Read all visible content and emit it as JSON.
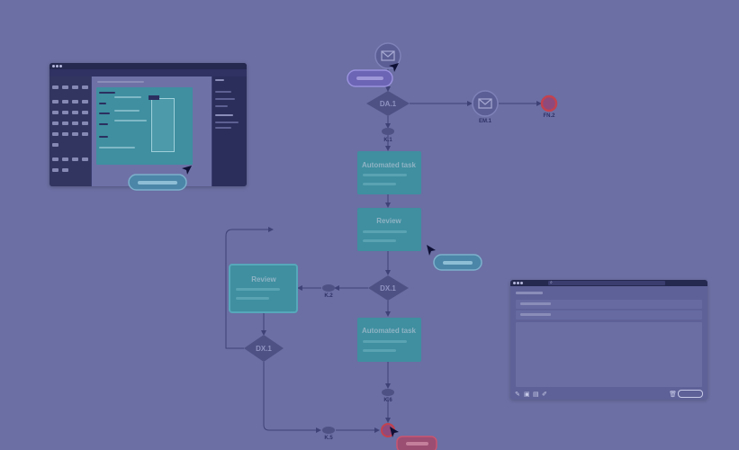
{
  "colors": {
    "background": "#6b6fa3",
    "task_fill": "#3f8fa0",
    "task_text": "#8fb3c4",
    "gateway_fill": "#4e5184",
    "edge": "#3e4276",
    "connector": "#4e5184",
    "end_event_ring": "#c2424f",
    "pill_blue": "#3b73b8",
    "pill_purple": "#7a72c6",
    "pill_red": "#b8506a",
    "cursor": "#0f1035"
  },
  "nodes": {
    "task_automated_1": "Automated task",
    "task_review_1": "Review",
    "task_review_2": "Review",
    "task_automated_2": "Automated task",
    "gateway_top": "DA.1",
    "gateway_mid": "DX.1",
    "gateway_left": "DX.1",
    "event_email_top_label": "",
    "event_email_right_label": "EM.1",
    "event_end_label": "FN.2",
    "connector_k1": "K.1",
    "connector_k2": "K.2",
    "connector_k6": "K.6",
    "connector_k5": "K.5"
  },
  "icons": {
    "email": "envelope-icon",
    "end": "end-event-icon",
    "cursor": "pointer-cursor-icon",
    "pen": "pen-icon",
    "image": "image-icon",
    "trash": "trash-icon",
    "search": "search-icon"
  }
}
